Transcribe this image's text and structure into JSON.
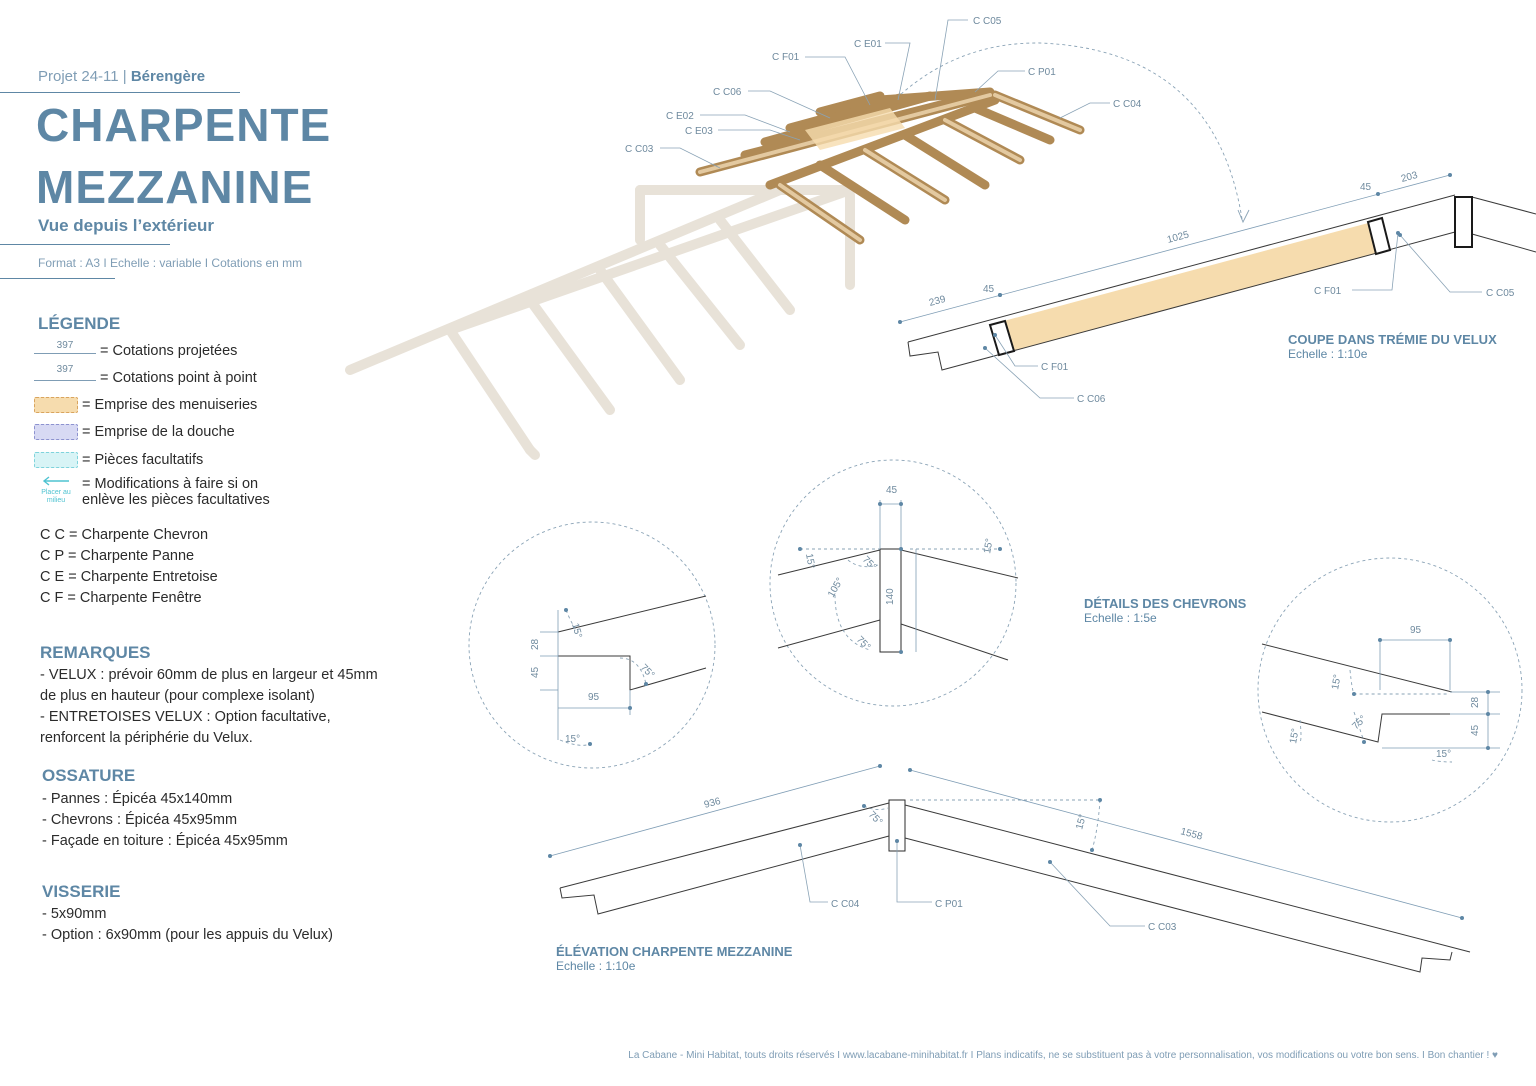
{
  "header": {
    "project": "Projet 24-11 |",
    "client": "Bérengère",
    "title_line1": "CHARPENTE",
    "title_line2": "MEZZANINE",
    "subtitle": "Vue depuis l’extérieur",
    "format_line": "Format : A3 I  Echelle : variable  I  Cotations en mm"
  },
  "legend": {
    "title": "LÉGENDE",
    "dim_value_1": "397",
    "dim_value_2": "397",
    "items": [
      "= Cotations projetées",
      "= Cotations point à point",
      "= Emprise des menuiseries",
      "= Emprise de la douche",
      "= Pièces facultatifs",
      "= Modifications à faire si on",
      "enlève les pièces facultatives"
    ],
    "arrow_label": "Placer au milieu",
    "codes": [
      "C C = Charpente Chevron",
      "C P = Charpente Panne",
      "C E = Charpente Entretoise",
      "C F = Charpente Fenêtre"
    ]
  },
  "remarques": {
    "title": "REMARQUES",
    "lines": [
      "- VELUX : prévoir 60mm de plus en largeur et 45mm",
      "de plus en hauteur (pour complexe isolant)",
      "- ENTRETOISES VELUX : Option facultative,",
      "renforcent la périphérie du Velux."
    ]
  },
  "ossature": {
    "title": "OSSATURE",
    "lines": [
      "- Pannes : Épicéa 45x140mm",
      "- Chevrons : Épicéa 45x95mm",
      "- Façade en toiture : Épicéa 45x95mm"
    ]
  },
  "visserie": {
    "title": "VISSERIE",
    "lines": [
      "- 5x90mm",
      "- Option : 6x90mm (pour les appuis du Velux)"
    ]
  },
  "iso_labels": [
    "C C05",
    "C E01",
    "C F01",
    "C P01",
    "C C06",
    "C C04",
    "C E02",
    "C E03",
    "C C03"
  ],
  "coupe": {
    "title": "COUPE DANS TRÉMIE DU VELUX",
    "scale": "Echelle : 1:10e",
    "dims": [
      "239",
      "45",
      "1025",
      "45",
      "203"
    ],
    "labels": [
      "C F01",
      "C C05",
      "C F01",
      "C C06"
    ]
  },
  "details": {
    "title": "DÉTAILS DES CHEVRONS",
    "scale": "Echelle : 1:5e",
    "left": [
      "15°",
      "28",
      "45",
      "75°",
      "95",
      "15°"
    ],
    "center": [
      "45",
      "15°",
      "75°",
      "105°",
      "140",
      "75°",
      "15°"
    ],
    "right": [
      "95",
      "15°",
      "75°",
      "28",
      "45",
      "15°",
      "15°"
    ]
  },
  "elevation": {
    "title": "ÉLÉVATION CHARPENTE MEZZANINE",
    "scale": "Echelle : 1:10e",
    "dims": [
      "936",
      "75°",
      "15°",
      "1558"
    ],
    "labels": [
      "C C04",
      "C P01",
      "C C03"
    ]
  },
  "footer": "La Cabane - Mini Habitat, touts droits réservés I www.lacabane-minihabitat.fr I Plans indicatifs,  ne se substituent pas à votre personnalisation, vos modifications ou votre bon sens. I Bon chantier ! ♥"
}
